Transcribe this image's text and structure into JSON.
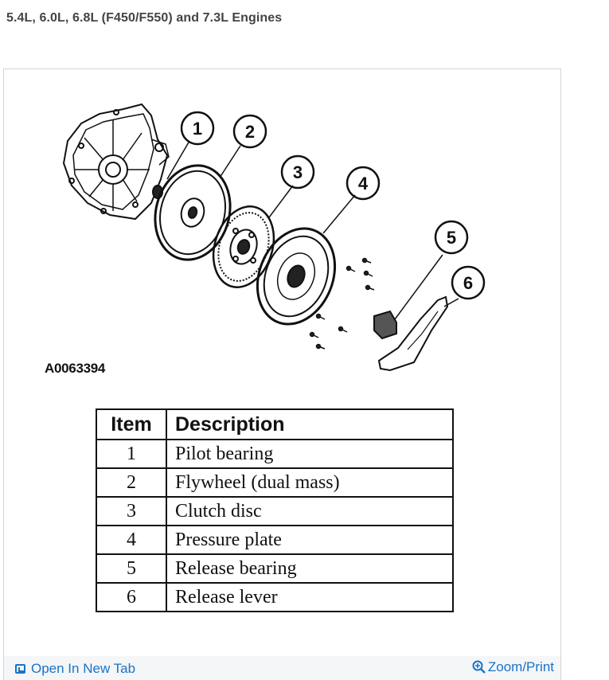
{
  "heading": "5.4L, 6.0L, 6.8L (F450/F550) and 7.3L Engines",
  "figure": {
    "part_code": "A0063394",
    "callouts": [
      "1",
      "2",
      "3",
      "4",
      "5",
      "6"
    ]
  },
  "legend": {
    "headers": [
      "Item",
      "Description"
    ],
    "rows": [
      {
        "item": "1",
        "description": "Pilot bearing"
      },
      {
        "item": "2",
        "description": "Flywheel (dual mass)"
      },
      {
        "item": "3",
        "description": "Clutch disc"
      },
      {
        "item": "4",
        "description": "Pressure plate"
      },
      {
        "item": "5",
        "description": "Release bearing"
      },
      {
        "item": "6",
        "description": "Release lever"
      }
    ]
  },
  "toolbar": {
    "open_tab_label": "Open In New Tab",
    "zoom_label": "Zoom/Print"
  },
  "icons": {
    "open_tab": "open-in-new-tab-icon",
    "zoom": "magnifier-plus-icon"
  },
  "colors": {
    "link": "#1a73c8",
    "heading": "#444444"
  }
}
